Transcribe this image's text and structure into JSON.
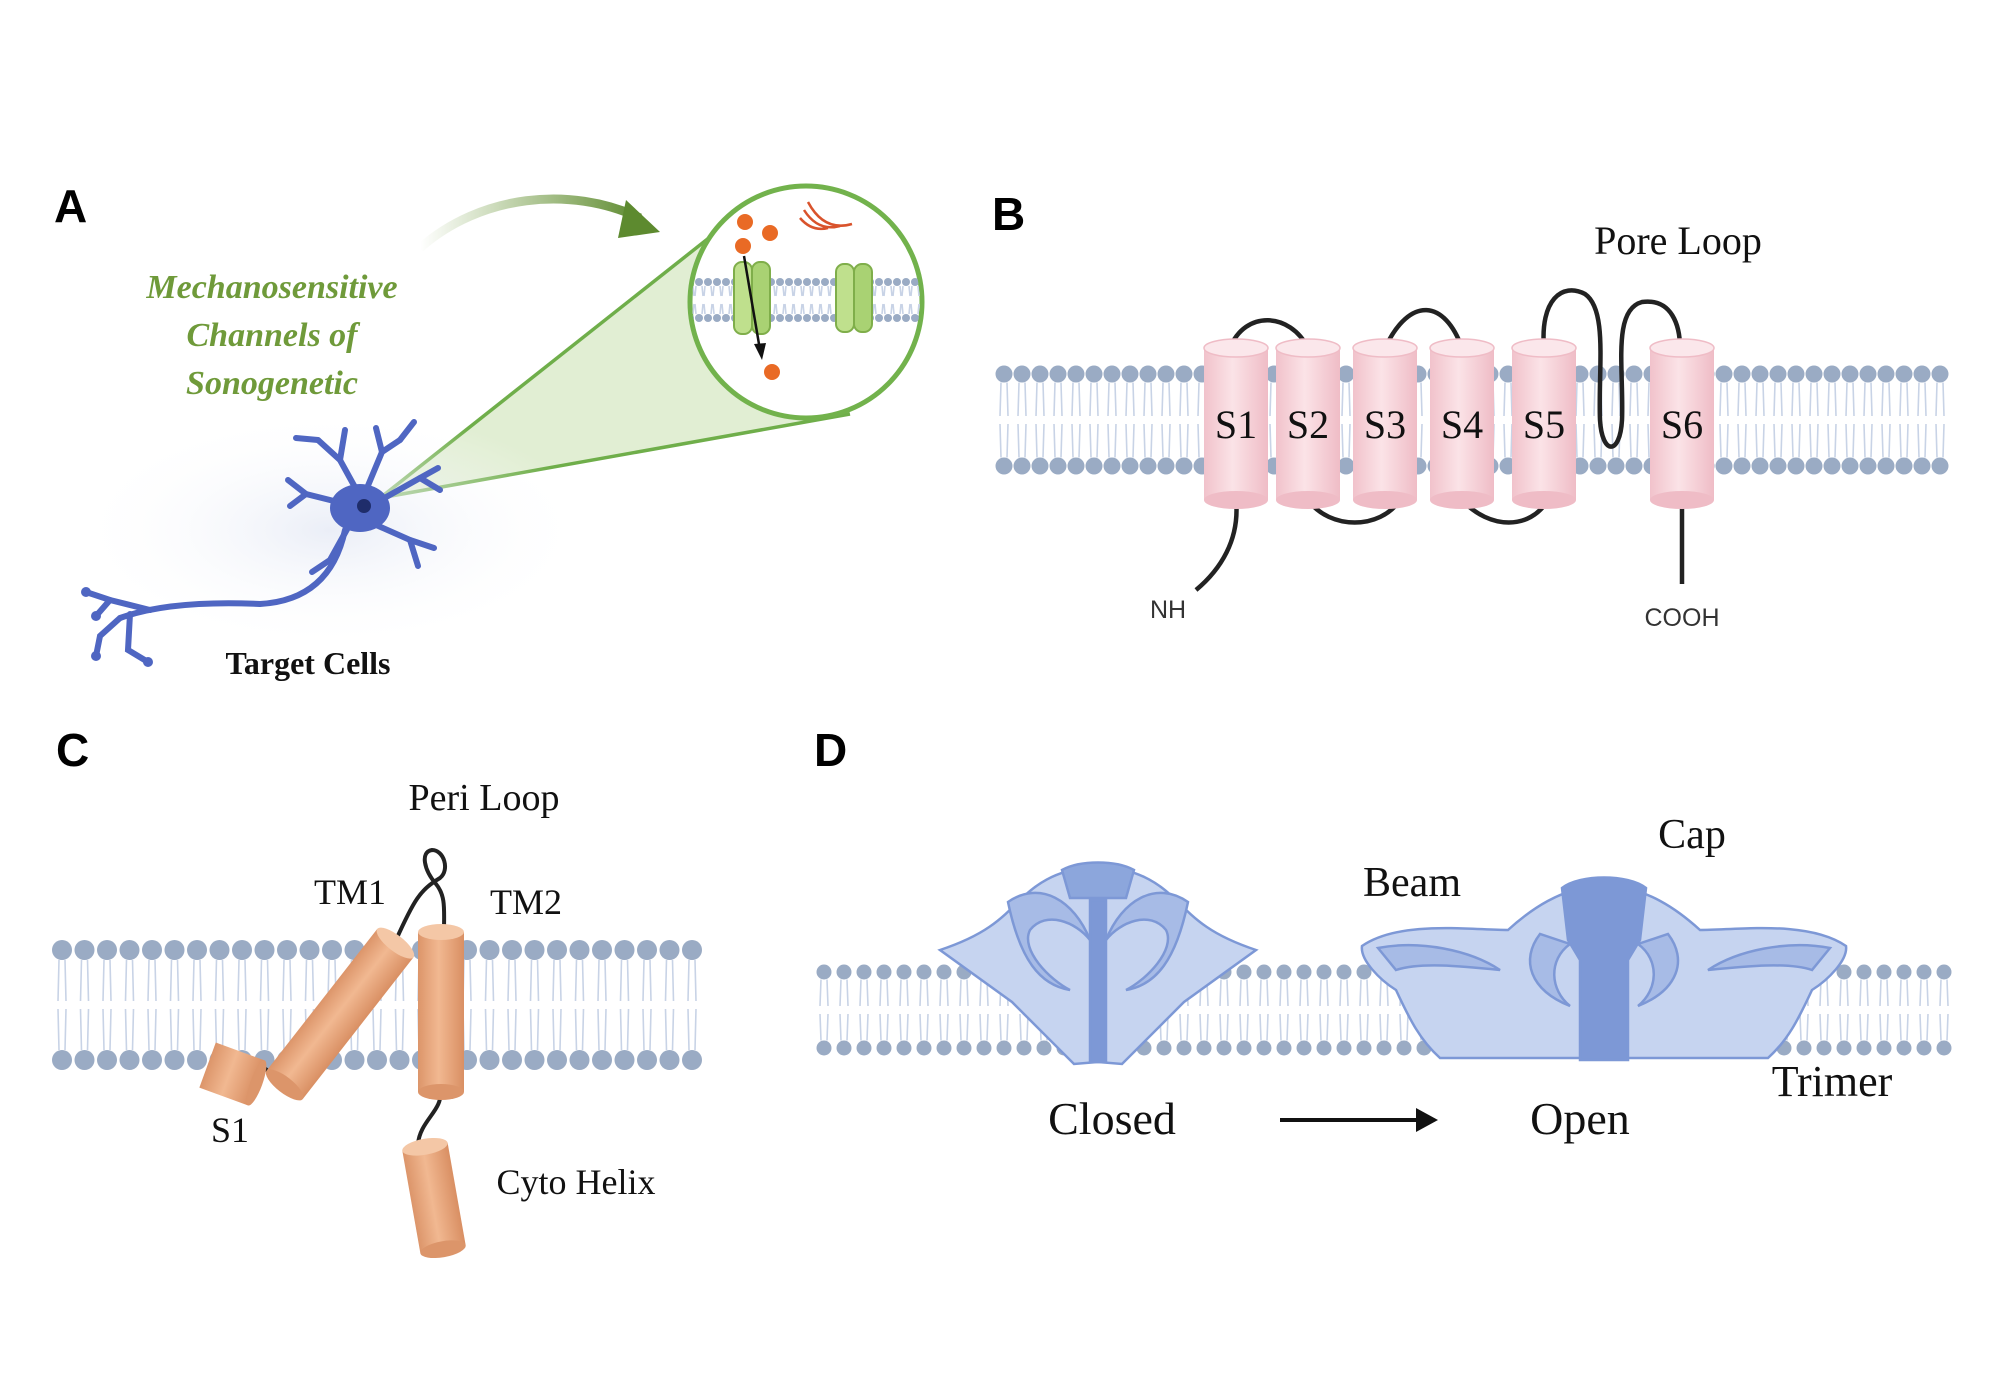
{
  "colors": {
    "membrane_head": "#9aabc4",
    "membrane_tail": "#c8d3e6",
    "helix_pink": "#f6d4da",
    "helix_orange": "#e8a77d",
    "channel_blue": "#c4d3ef",
    "channel_dark": "#7d98d6",
    "neuron": "#4f66c2",
    "green": "#6f9a3a",
    "green_light": "#dcebcb",
    "ion": "#e96a25"
  },
  "panel_a": {
    "letter": "A",
    "title_lines": [
      "Mechanosensitive",
      "Channels of",
      "Sonogenetic"
    ],
    "cell_label": "Target Cells"
  },
  "panel_b": {
    "letter": "B",
    "loop_label": "Pore Loop",
    "segments": [
      "S1",
      "S2",
      "S3",
      "S4",
      "S5",
      "S6"
    ],
    "n_term": "NH",
    "c_term": "COOH"
  },
  "panel_c": {
    "letter": "C",
    "peri_loop": "Peri Loop",
    "tm1": "TM1",
    "tm2": "TM2",
    "s1": "S1",
    "cyto_helix": "Cyto Helix"
  },
  "panel_d": {
    "letter": "D",
    "cap": "Cap",
    "beam": "Beam",
    "trimer": "Trimer",
    "closed": "Closed",
    "open": "Open"
  }
}
